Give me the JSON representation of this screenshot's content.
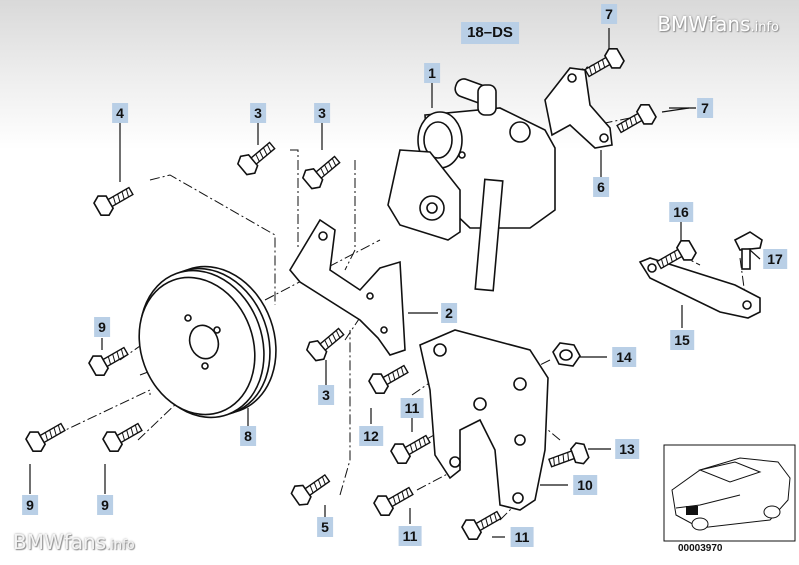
{
  "watermark": {
    "top": "BMWfans",
    "top_suffix": ".info",
    "bottom": "BMWfans",
    "bottom_suffix": ".info"
  },
  "diagram_code": "18–DS",
  "inset_image_code": "00003970",
  "callouts": [
    {
      "id": "c1",
      "label": "1"
    },
    {
      "id": "c2",
      "label": "2"
    },
    {
      "id": "c3a",
      "label": "3"
    },
    {
      "id": "c3b",
      "label": "3"
    },
    {
      "id": "c3c",
      "label": "3"
    },
    {
      "id": "c4",
      "label": "4"
    },
    {
      "id": "c5",
      "label": "5"
    },
    {
      "id": "c6",
      "label": "6"
    },
    {
      "id": "c7a",
      "label": "7"
    },
    {
      "id": "c7b",
      "label": "7"
    },
    {
      "id": "c8",
      "label": "8"
    },
    {
      "id": "c9a",
      "label": "9"
    },
    {
      "id": "c9b",
      "label": "9"
    },
    {
      "id": "c9c",
      "label": "9"
    },
    {
      "id": "c10",
      "label": "10"
    },
    {
      "id": "c11a",
      "label": "11"
    },
    {
      "id": "c11b",
      "label": "11"
    },
    {
      "id": "c11c",
      "label": "11"
    },
    {
      "id": "c12",
      "label": "12"
    },
    {
      "id": "c13",
      "label": "13"
    },
    {
      "id": "c14",
      "label": "14"
    },
    {
      "id": "c15",
      "label": "15"
    },
    {
      "id": "c16",
      "label": "16"
    },
    {
      "id": "c17",
      "label": "17"
    }
  ]
}
